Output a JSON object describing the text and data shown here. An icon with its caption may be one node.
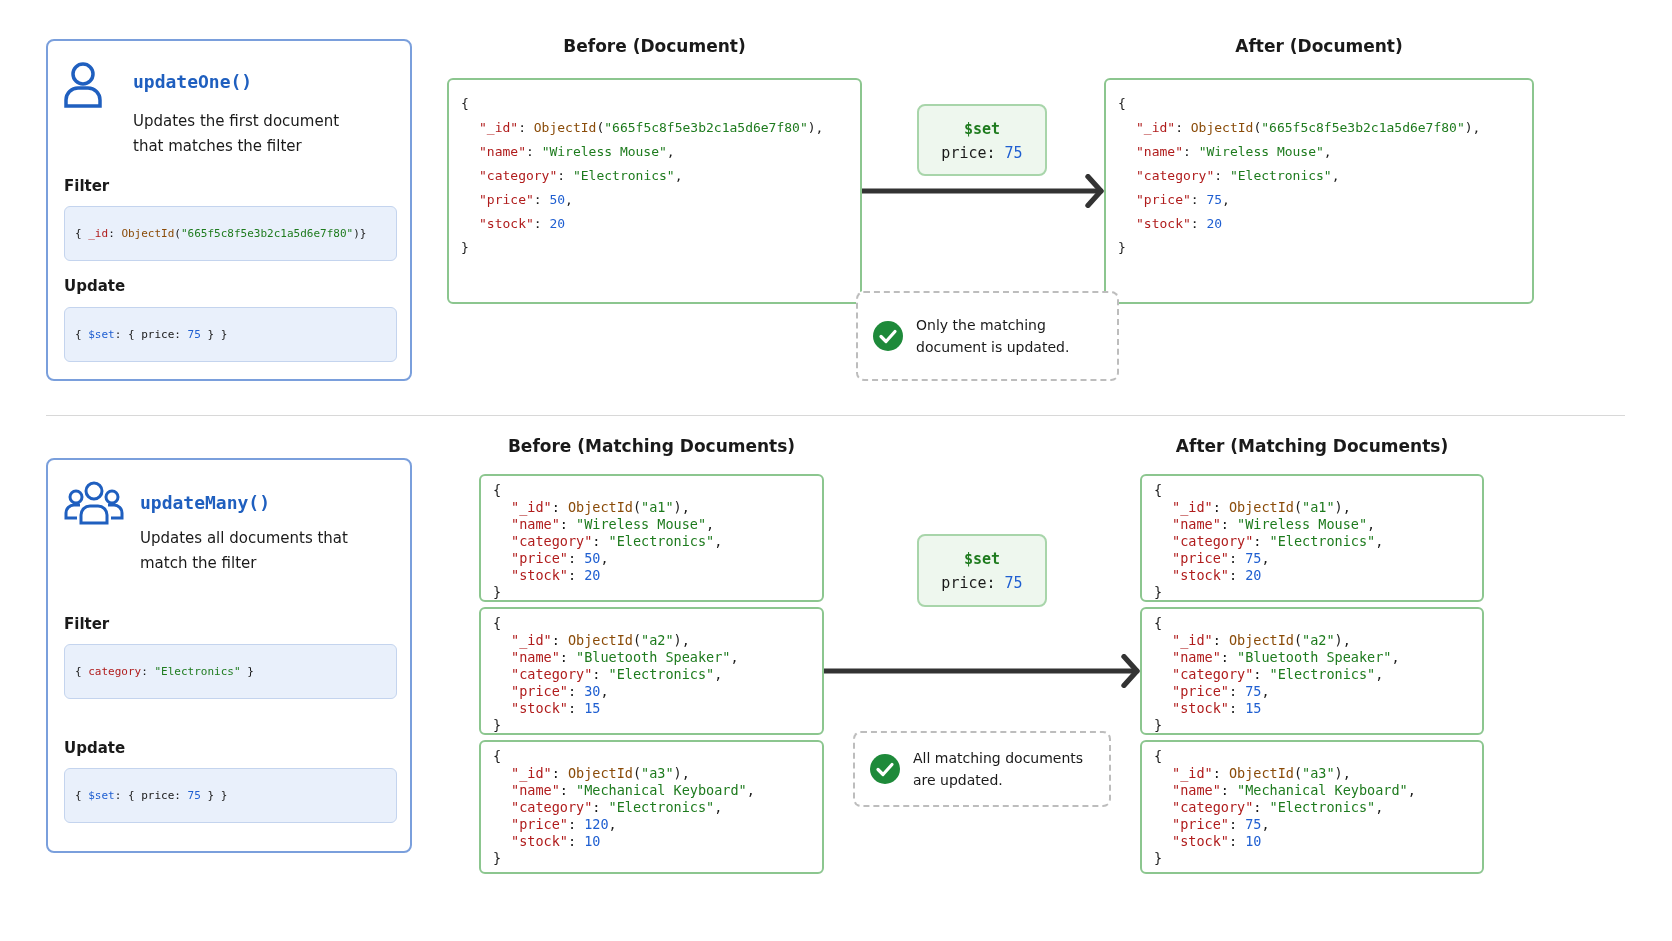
{
  "diagram": {
    "nodes": [
      {
        "text": [
          "updateOne()",
          "Updates the first document that matches the filter",
          "Filter",
          "Update"
        ]
      },
      {
        "text": [
          "{ _id: ObjectId(\"665f5c8f5e3b2c1a5d6e7f80\")}"
        ],
        "in": 0
      },
      {
        "text": [
          "{ $set: { price: 75 } }"
        ],
        "in": 0
      },
      {
        "text": [
          "Before (Document)",
          "{",
          "\"_id\": ObjectId(\"665f5c8f5e3b2c1a5d6e7f80\"),",
          "\"name\": \"Wireless Mouse\",",
          "\"category\": \"Electronics\",",
          "\"price\": 50,",
          "\"stock\": 20",
          "}"
        ]
      },
      {
        "text": [
          "$set",
          "price: 75"
        ]
      },
      {
        "text": [
          "After (Document)",
          "{",
          "\"_id\": ObjectId(\"665f5c8f5e3b2c1a5d6e7f80\"),",
          "\"name\": \"Wireless Mouse\",",
          "\"category\": \"Electronics\",",
          "\"price\": 75,",
          "\"stock\": 20",
          "}"
        ]
      },
      {
        "text": [
          "Only the matching document is updated."
        ]
      },
      {
        "text": [
          "updateMany()",
          "Updates all documents that match the filter",
          "Filter",
          "Update"
        ]
      },
      {
        "text": [
          "{ category: \"Electronics\" }"
        ],
        "in": 7
      },
      {
        "text": [
          "{ $set: { price: 75 } }"
        ],
        "in": 7
      },
      {
        "text": [
          "{",
          "\"_id\": ObjectId(\"a1\"),",
          "\"name\": \"Wireless Mouse\",",
          "\"category\": \"Electronics\",",
          "\"price\": 50,",
          "\"stock\": 20",
          "}"
        ]
      },
      {
        "text": [
          "{",
          "\"_id\": ObjectId(\"a2\"),",
          "\"name\": \"Bluetooth Speaker\",",
          "\"category\": \"Electronics\",",
          "\"price\": 30,",
          "\"stock\": 15",
          "}"
        ]
      },
      {
        "text": [
          "{",
          "\"_id\": ObjectId(\"a3\"),",
          "\"name\": \"Mechanical Keyboard\",",
          "\"category\": \"Electronics\",",
          "\"price\": 120,",
          "\"stock\": 10",
          "}"
        ]
      },
      {
        "text": [
          "$set",
          "price: 75"
        ]
      },
      {
        "text": [
          "{",
          "\"_id\": ObjectId(\"a1\"),",
          "\"name\": \"Wireless Mouse\",",
          "\"category\": \"Electronics\",",
          "\"price\": 75,",
          "\"stock\": 20",
          "}"
        ]
      },
      {
        "text": [
          "{",
          "\"_id\": ObjectId(\"a2\"),",
          "\"name\": \"Bluetooth Speaker\",",
          "\"category\": \"Electronics\",",
          "\"price\": 75,",
          "\"stock\": 15",
          "}"
        ]
      },
      {
        "text": [
          "{",
          "\"_id\": ObjectId(\"a3\"),",
          "\"name\": \"Mechanical Keyboard\",",
          "\"category\": \"Electronics\",",
          "\"price\": 75,",
          "\"stock\": 10",
          "}"
        ]
      },
      {
        "text": [
          "All matching documents are updated."
        ]
      }
    ],
    "edges": [
      {
        "from": 3,
        "to": 5,
        "arrow": "to"
      },
      {
        "from": 11,
        "to": 15,
        "arrow": "to"
      }
    ],
    "labels": [
      "Before (Matching Documents)",
      "After (Matching Documents)"
    ]
  }
}
